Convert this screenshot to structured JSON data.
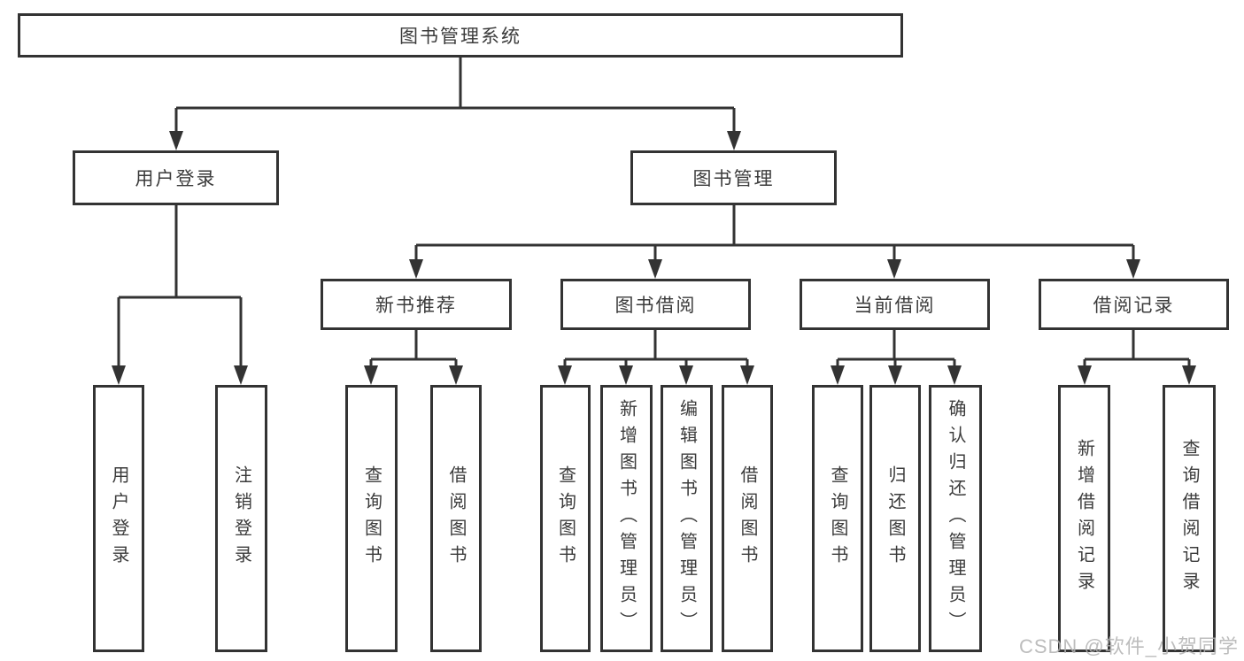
{
  "colors": {
    "line": "#333333",
    "box_border": "#333333",
    "text": "#3b3b3b",
    "background": "#ffffff",
    "watermark": "#b8b8b8"
  },
  "watermark": {
    "text": "CSDN @软件_小贺同学"
  },
  "tree": {
    "root": {
      "label": "图书管理系统"
    },
    "branches": [
      {
        "label": "用户登录",
        "children": [
          {
            "label": "用户登录"
          },
          {
            "label": "注销登录"
          }
        ]
      },
      {
        "label": "图书管理",
        "children": [
          {
            "label": "新书推荐",
            "children": [
              {
                "label": "查询图书"
              },
              {
                "label": "借阅图书"
              }
            ]
          },
          {
            "label": "图书借阅",
            "children": [
              {
                "label": "查询图书"
              },
              {
                "label": "新增图书（管理员）"
              },
              {
                "label": "编辑图书（管理员）"
              },
              {
                "label": "借阅图书"
              }
            ]
          },
          {
            "label": "当前借阅",
            "children": [
              {
                "label": "查询图书"
              },
              {
                "label": "归还图书"
              },
              {
                "label": "确认归还（管理员）"
              }
            ]
          },
          {
            "label": "借阅记录",
            "children": [
              {
                "label": "新增借阅记录"
              },
              {
                "label": "查询借阅记录"
              }
            ]
          }
        ]
      }
    ]
  }
}
